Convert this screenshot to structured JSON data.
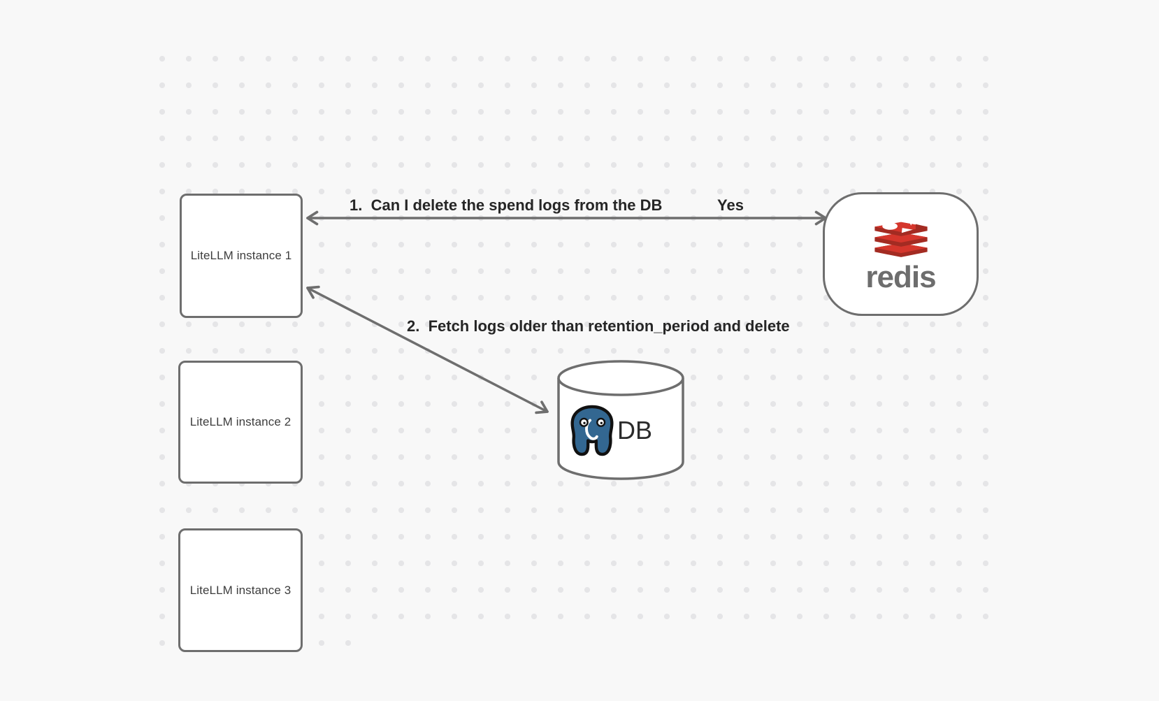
{
  "diagram": {
    "nodes": {
      "litellm1": {
        "label": "LiteLLM instance 1"
      },
      "litellm2": {
        "label": "LiteLLM instance 2"
      },
      "litellm3": {
        "label": "LiteLLM instance 3"
      },
      "redis": {
        "wordmark": "redis"
      },
      "db": {
        "label": "DB"
      }
    },
    "edges": {
      "redis_question": {
        "label": "1.  Can I delete the spend logs from the DB",
        "answer": "Yes"
      },
      "db_fetch": {
        "label": "2.  Fetch logs older than retention_period and delete"
      }
    },
    "colors": {
      "background": "#f8f8f8",
      "grid_dot": "#e5e5e7",
      "stroke": "#6e6e6e",
      "edge_label_text": "#262626",
      "node_label_text": "#3d3d3d",
      "redis_red": "#d5362c",
      "redis_red_dark": "#a32b22",
      "redis_wordmark": "#6d6d6d",
      "postgres_blue": "#336791",
      "db_text": "#2b2b2b"
    }
  }
}
